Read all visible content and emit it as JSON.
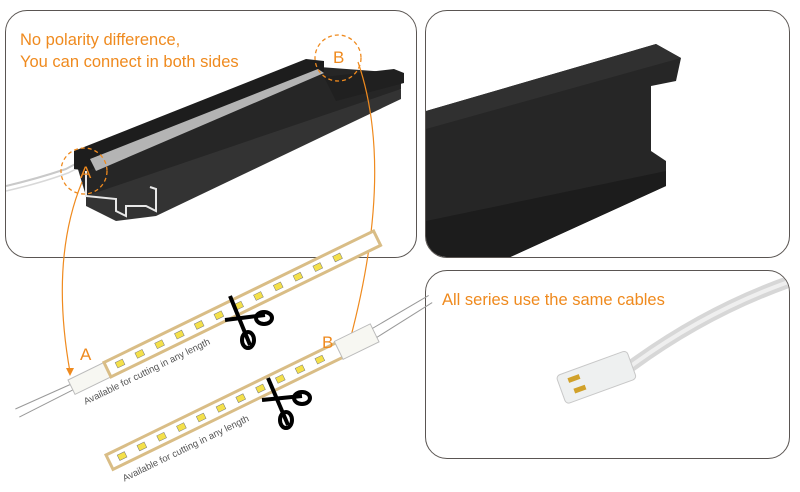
{
  "panels": {
    "profile_top": {
      "caption_line1": "No polarity difference,",
      "caption_line2": "You can connect in both sides",
      "marker_a": "A",
      "marker_b": "B"
    },
    "profile_closeup": {},
    "cables": {
      "caption": "All series use the same cables"
    }
  },
  "strips": [
    {
      "end_label": "A",
      "cut_label": "Available for cutting in any length"
    },
    {
      "end_label": "B",
      "cut_label": "Available for cutting in any length"
    }
  ],
  "colors": {
    "accent": "#ef8a1e",
    "border": "#5a5552",
    "profile": "#232323",
    "strip_gold": "#d9bd86",
    "led": "#f4e04a"
  }
}
